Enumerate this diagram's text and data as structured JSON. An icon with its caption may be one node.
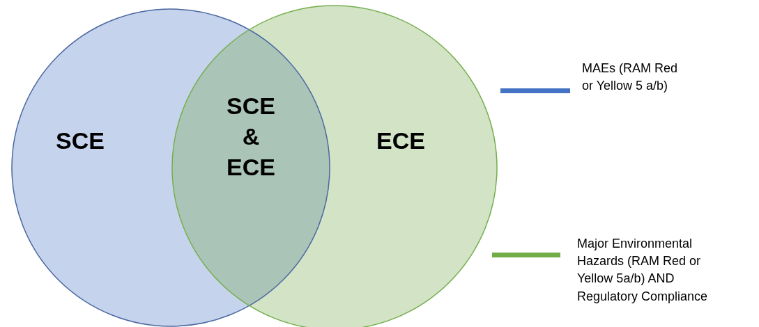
{
  "diagram": {
    "nodes": [
      {
        "text": [
          "SCE"
        ]
      },
      {
        "text": [
          "ECE"
        ]
      },
      {
        "text": [
          "SCE & ECE"
        ]
      }
    ],
    "edges": [],
    "legend": [
      {
        "text": "MAEs (RAM Red or Yellow 5 a/b)",
        "color": "#4472c4"
      },
      {
        "text": "Major Environmental Hazards (RAM Red or Yellow 5a/b) AND Regulatory Compliance",
        "color": "#70ad47"
      }
    ]
  }
}
